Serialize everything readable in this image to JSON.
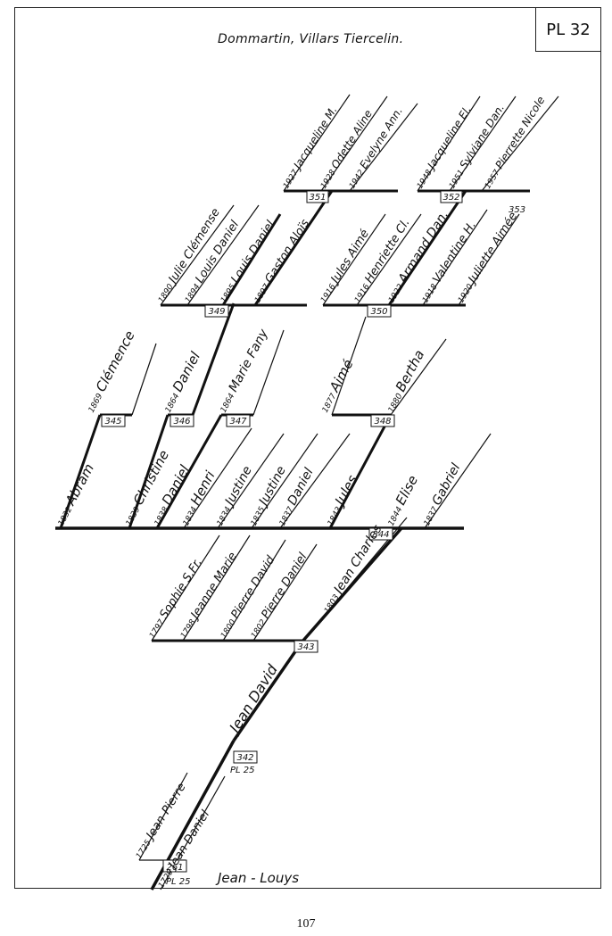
{
  "plate": {
    "label": "PL 32"
  },
  "header": {
    "places": "Dommartin,  Villars Tiercelin."
  },
  "page_number": "107",
  "founder": "Jean - Louys",
  "refs": {
    "pl25": "PL 25"
  },
  "boxes": {
    "b261": "261",
    "b342": "342",
    "b343": "343",
    "b344": "344",
    "b345": "345",
    "b346": "346",
    "b347": "347",
    "b348": "348",
    "b349": "349",
    "b350": "350",
    "b351": "351",
    "b352": "352",
    "b353": "353"
  },
  "people": {
    "jean_pierre": {
      "year": "1725",
      "name": "Jean-Pierre"
    },
    "jean_daniel": {
      "year": "1729",
      "name": "Jean Daniel"
    },
    "jean_david": {
      "year": "",
      "name": "Jean David"
    },
    "sophie": {
      "year": "1797",
      "name": "Sophie S.Fr."
    },
    "jeanne_marie": {
      "year": "1798",
      "name": "Jeanne Marie"
    },
    "pierre_david": {
      "year": "1800",
      "name": "Pierre David"
    },
    "pierre_daniel": {
      "year": "1802",
      "name": "Pierre Daniel"
    },
    "jean_charles": {
      "year": "1803",
      "name": "Jean Charles"
    },
    "abram": {
      "year": "1832",
      "name": "Abram"
    },
    "christine": {
      "year": "1839",
      "name": "Christine"
    },
    "daniel_1838": {
      "year": "1838",
      "name": "Daniel"
    },
    "henri": {
      "year": "1834",
      "name": "Henri"
    },
    "justine_1834": {
      "year": "1834",
      "name": "Justine"
    },
    "justine_1835": {
      "year": "1835",
      "name": "Justine"
    },
    "daniel_1837": {
      "year": "1837",
      "name": "Daniel"
    },
    "jules": {
      "year": "1843",
      "name": "Jules"
    },
    "elise": {
      "year": "1844",
      "name": "Elise"
    },
    "gabriel": {
      "year": "1837",
      "name": "Gabriel"
    },
    "clemence": {
      "year": "1869",
      "name": "Clémence"
    },
    "daniel_1864": {
      "year": "1864",
      "name": "Daniel"
    },
    "marie_fany": {
      "year": "1864",
      "name": "Marie Fany"
    },
    "aime": {
      "year": "1877",
      "name": "Aimé"
    },
    "bertha": {
      "year": "1880",
      "name": "Bertha"
    },
    "julie_clemense": {
      "year": "1890",
      "name": "Julie Clémense"
    },
    "louis_daniel_1894": {
      "year": "1894",
      "name": "Louis Daniel"
    },
    "louis_daniel_1895": {
      "year": "1895",
      "name": "Louis Daniel"
    },
    "gaston_alois": {
      "year": "1897",
      "name": "Gaston Aloïs"
    },
    "jules_aime": {
      "year": "1916",
      "name": "Jules Aimé"
    },
    "henriette": {
      "year": "1916",
      "name": "Henriette Cl."
    },
    "armand_dan": {
      "year": "1922",
      "name": "Armand Dan."
    },
    "valentine": {
      "year": "1918",
      "name": "Valentine H."
    },
    "juliette": {
      "year": "1920",
      "name": "Juliette Aimée"
    },
    "jacqueline_m": {
      "year": "1927",
      "name": "Jacqueline M."
    },
    "odette": {
      "year": "1928",
      "name": "Odette Aline"
    },
    "evelyne": {
      "year": "1942",
      "name": "Evelyne Ann."
    },
    "jacqueline_el": {
      "year": "1948",
      "name": "Jacqueline El."
    },
    "sylviane": {
      "year": "1951",
      "name": "Sylviane Dan."
    },
    "pierrette": {
      "year": "1957",
      "name": "Pierrette Nicole"
    }
  },
  "colors": {
    "ink": "#111111",
    "paper": "#ffffff"
  }
}
